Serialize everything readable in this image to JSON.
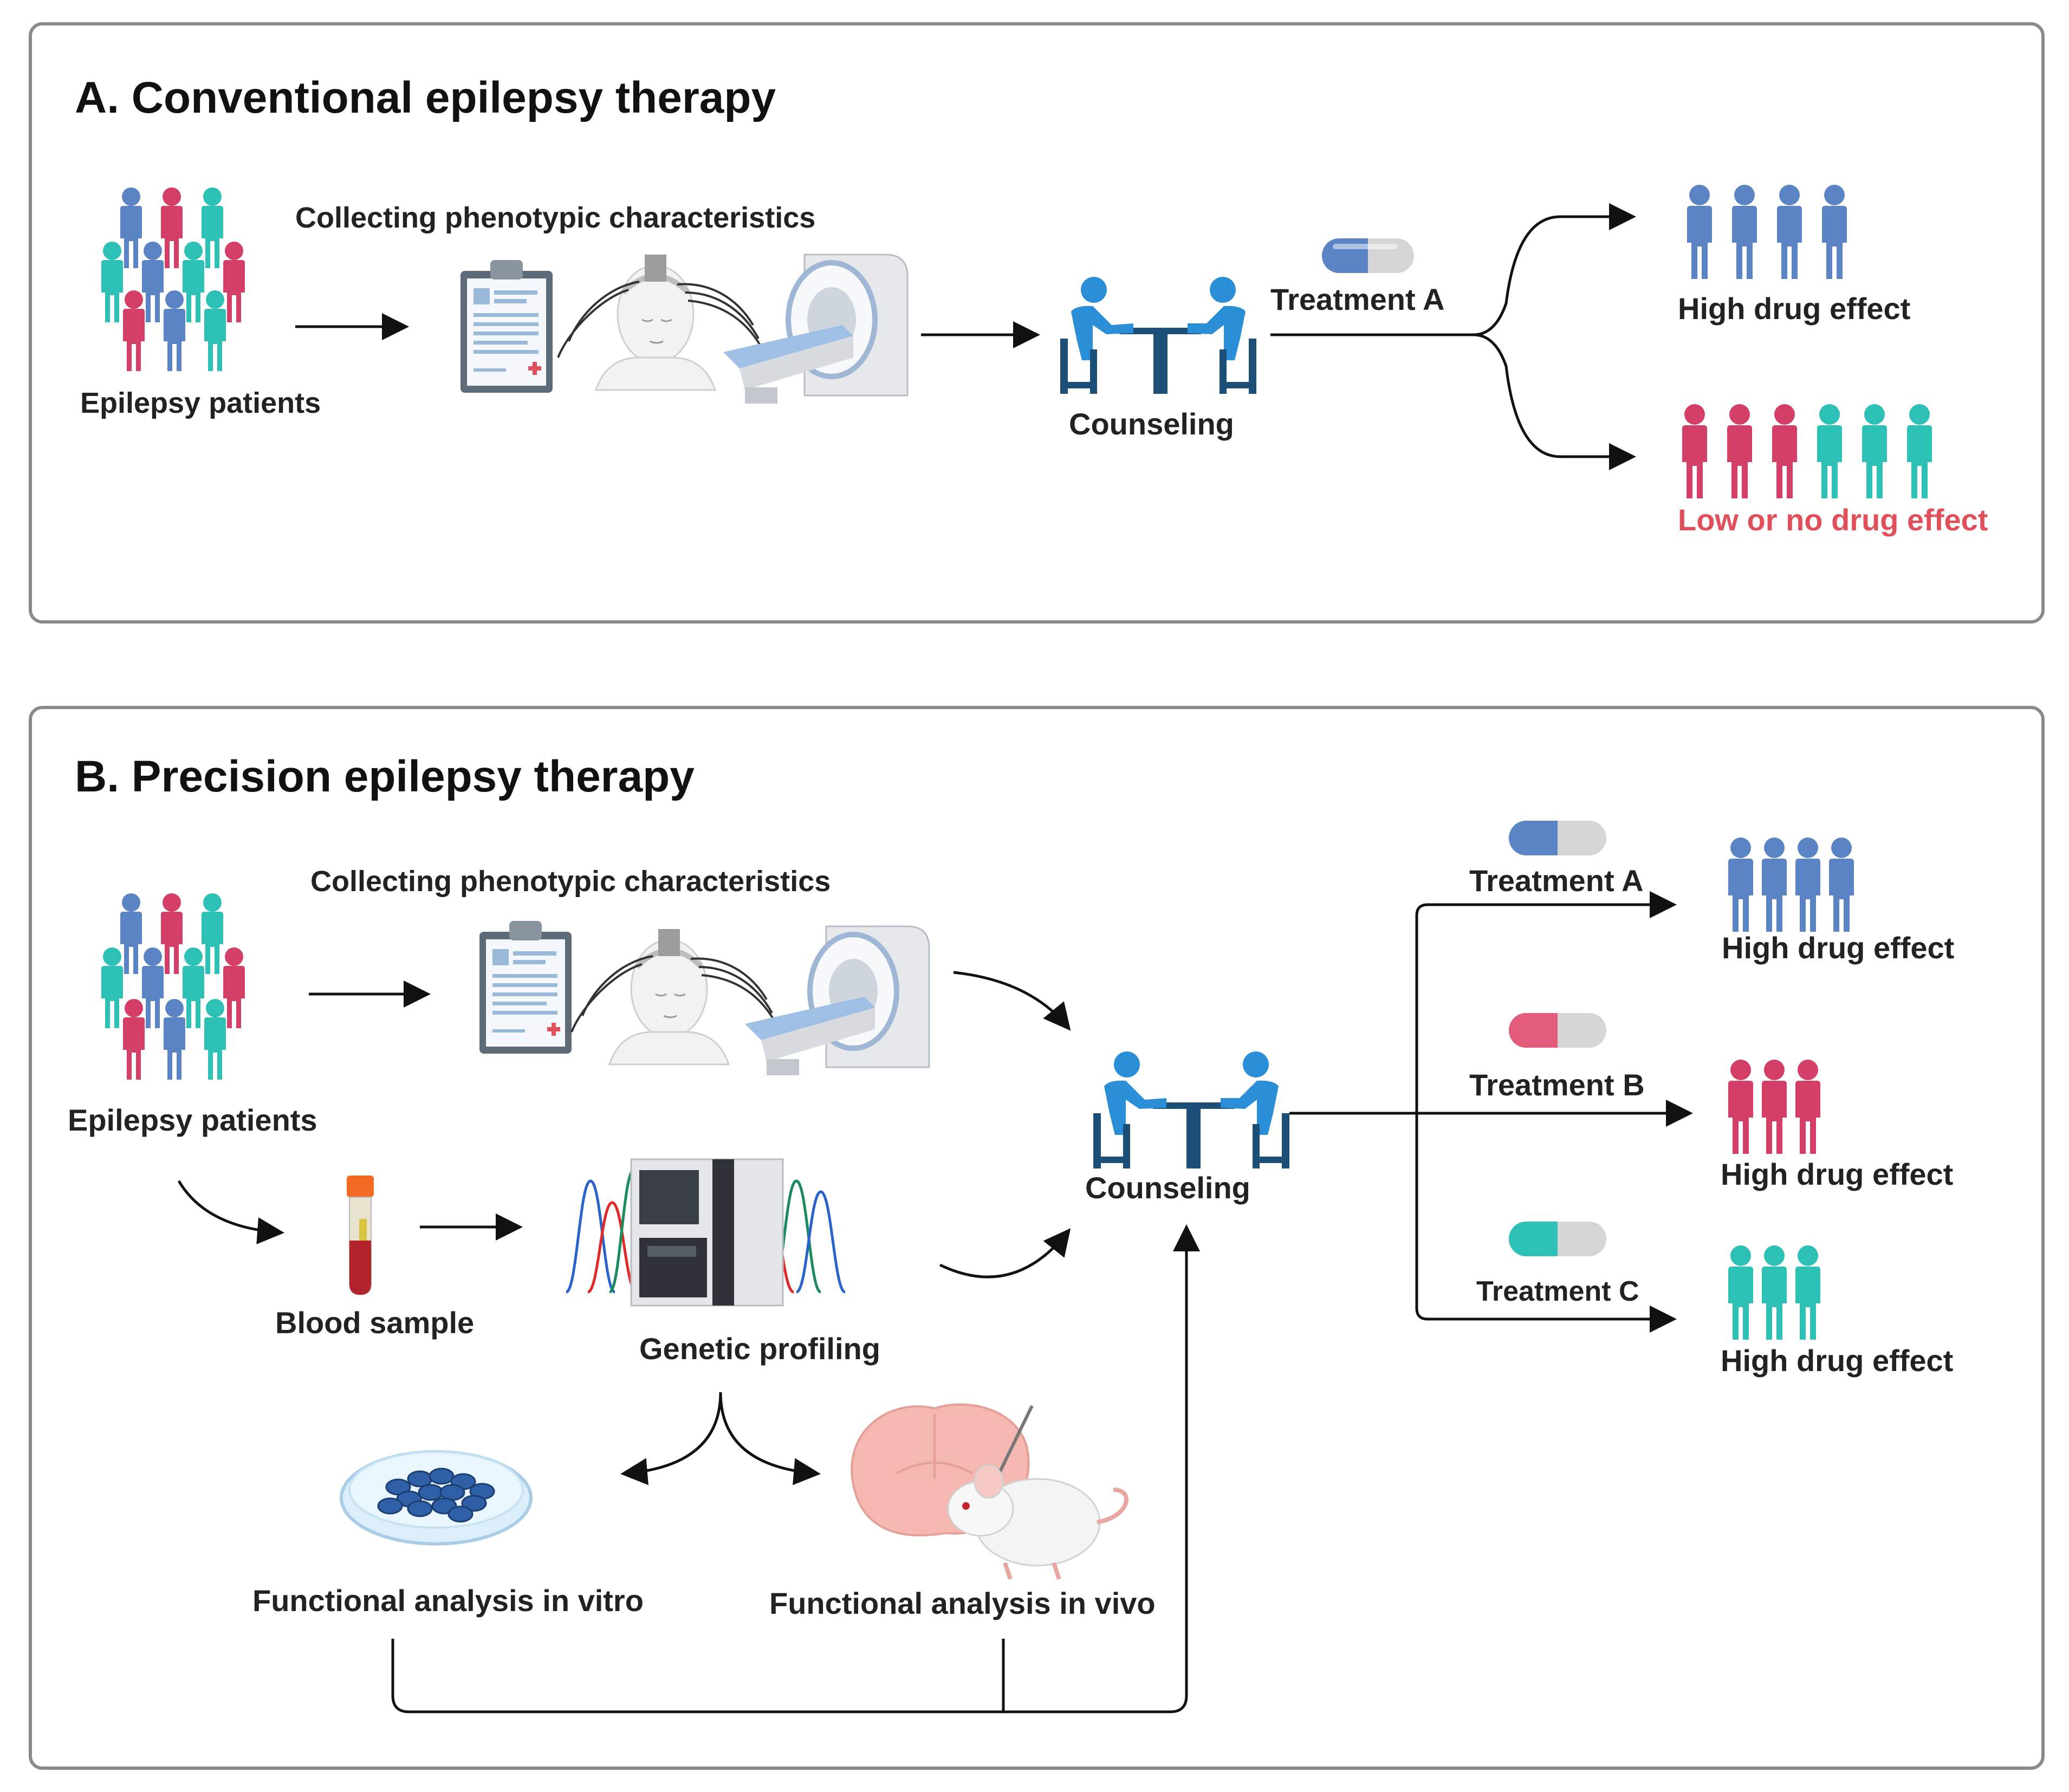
{
  "colors": {
    "blue": "#5b84c4",
    "pink": "#d33f66",
    "teal": "#2dc1b6",
    "navy": "#1c4f78",
    "red_text": "#e0505a",
    "frame": "#8a8a8a"
  },
  "panel_a": {
    "title": "A. Conventional epilepsy therapy",
    "patients_label": "Epilepsy patients",
    "collect_label": "Collecting phenotypic characteristics",
    "counseling_label": "Counseling",
    "treatment_label": "Treatment A",
    "outcome_high": "High drug effect",
    "outcome_low": "Low or no drug effect"
  },
  "panel_b": {
    "title": "B. Precision epilepsy therapy",
    "patients_label": "Epilepsy patients",
    "collect_label": "Collecting phenotypic characteristics",
    "blood_label": "Blood sample",
    "genetic_label": "Genetic profiling",
    "counseling_label": "Counseling",
    "in_vitro_label": "Functional analysis in vitro",
    "in_vivo_label": "Functional analysis in vivo",
    "treatments": [
      {
        "label": "Treatment A",
        "outcome": "High drug effect"
      },
      {
        "label": "Treatment B",
        "outcome": "High drug effect"
      },
      {
        "label": "Treatment C",
        "outcome": "High drug effect"
      }
    ]
  },
  "icons": [
    "people-crowd-icon",
    "clipboard-icon",
    "eeg-head-icon",
    "mri-scanner-icon",
    "counseling-icon",
    "pill-icon",
    "person-icon",
    "blood-tube-icon",
    "sequencer-icon",
    "petri-dish-icon",
    "brain-slice-icon",
    "mouse-icon"
  ]
}
